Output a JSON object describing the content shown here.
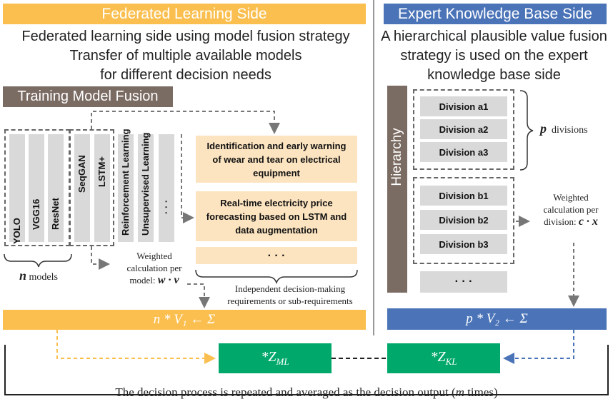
{
  "left": {
    "header": "Federated Learning Side",
    "desc1": "Federated learning side using model fusion strategy",
    "desc2": "Transfer of multiple available models",
    "desc3": "for different decision needs",
    "subheader": "Training Model Fusion",
    "models": [
      "YOLO",
      "VGG16",
      "ResNet",
      "SeqGAN",
      "LSTM+",
      "Reinforcement Learning",
      "Unsupervised Learning",
      "· · ·"
    ],
    "tasks": [
      "Identification and early warning of wear and tear on electrical equipment",
      "Real-time electricity price forecasting based on LSTM and data augmentation",
      "· · ·"
    ],
    "n_label_var": "n",
    "n_label_text": " models",
    "weighted1": "Weighted",
    "weighted2": "calculation per",
    "weighted3": "model: ",
    "weighted_formula": "w · v",
    "independent1": "Independent decision-making",
    "independent2": "requirements or sub-requirements",
    "sum_formula": "n * V₁ ← Σ"
  },
  "right": {
    "header": "Expert Knowledge Base Side",
    "desc1": "A hierarchical plausible value fusion",
    "desc2": "strategy is used on the expert",
    "desc3": "knowledge base side",
    "hierarchy": "Hierarchy",
    "divisions_a": [
      "Division a1",
      "Division a2",
      "Division a3"
    ],
    "divisions_b": [
      "Division b1",
      "Division b2",
      "Division b3"
    ],
    "more": "· · ·",
    "p_var": "p",
    "p_text": "divisions",
    "weighted1": "Weighted",
    "weighted2": "calculation per",
    "weighted3": "division: ",
    "weighted_formula": "c · x",
    "sum_formula": "p * V₂ ← Σ"
  },
  "bottom": {
    "zml": "*Z",
    "zml_sub": "ML",
    "zkl": "*Z",
    "zkl_sub": "KL",
    "caption_a": "The decision process is repeated and averaged as the decision output (",
    "caption_var": "m",
    "caption_b": " times)"
  },
  "colors": {
    "orange": "#fbbf4f",
    "blue": "#4a73b8",
    "brown": "#7a6b63",
    "green": "#00a96b",
    "task": "#fce4c0",
    "grey": "#d9d9d9"
  }
}
